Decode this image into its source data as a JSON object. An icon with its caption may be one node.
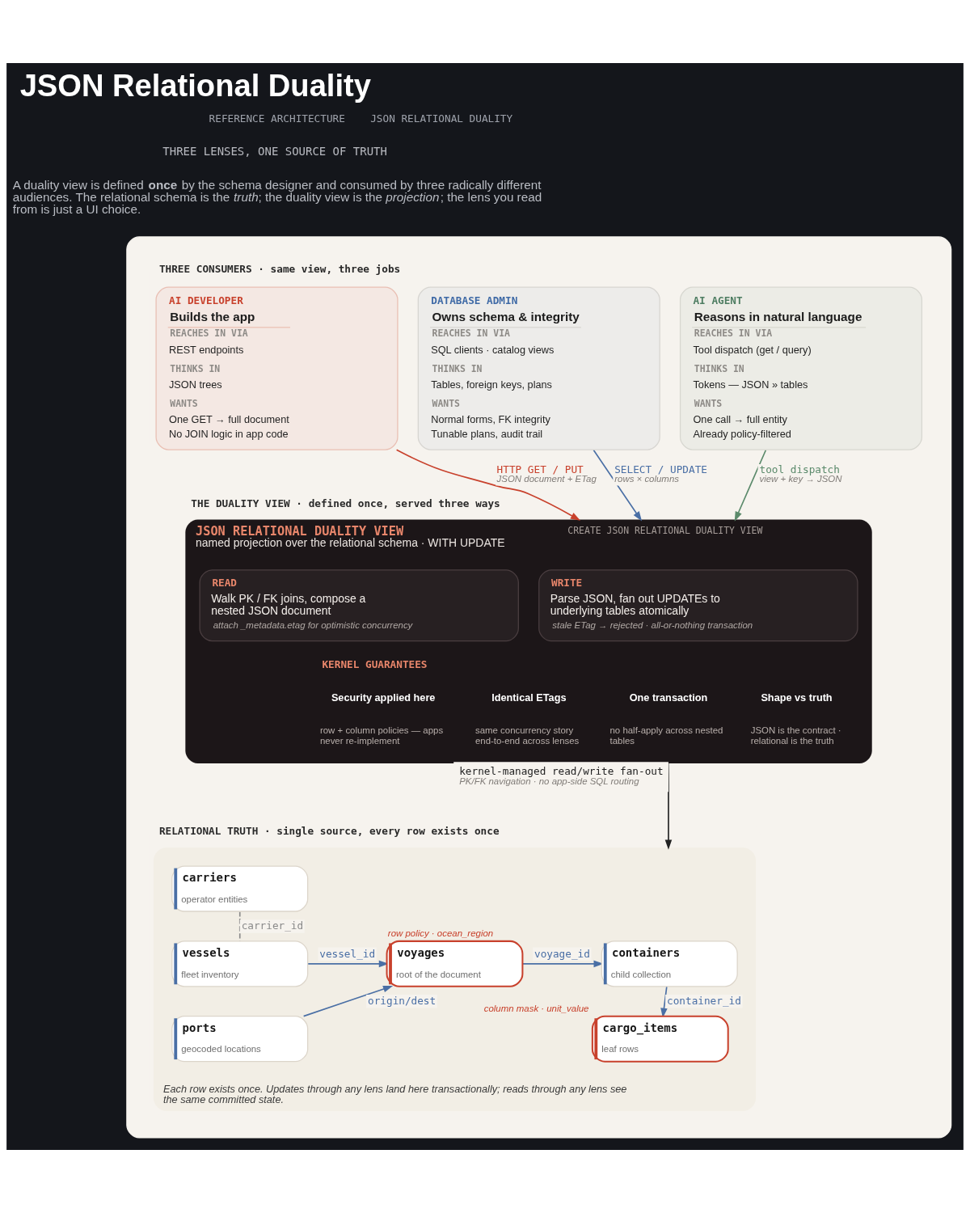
{
  "diagram": {
    "title": "JSON Relational Duality",
    "nodes": [
      {
        "text": [],
        "shape": "box"
      },
      {
        "text": [
          "AI DEVELOPER",
          "Builds the app",
          "REACHES IN VIA",
          "REST endpoints",
          "THINKS IN",
          "JSON trees",
          "WANTS",
          "One GET → full document",
          "No JOIN logic in app code"
        ],
        "in": 0
      },
      {
        "text": [
          "DATABASE ADMIN",
          "Owns schema & integrity",
          "REACHES IN VIA",
          "SQL clients · catalog views",
          "THINKS IN",
          "Tables, foreign keys, plans",
          "WANTS",
          "Normal forms, FK integrity",
          "Tunable plans, audit trail"
        ],
        "in": 0
      },
      {
        "text": [
          "AI AGENT",
          "Reasons in natural language",
          "REACHES IN VIA",
          "Tool dispatch (get / query)",
          "THINKS IN",
          "Tokens — JSON » tables",
          "WANTS",
          "One call → full entity",
          "Already policy-filtered"
        ],
        "in": 0
      },
      {
        "text": [
          "THE DUALITY VIEW · defined once, served three ways",
          "JSON RELATIONAL DUALITY VIEW",
          "named projection over the relational schema · WITH UPDATE",
          "CREATE JSON RELATIONAL DUALITY VIEW"
        ],
        "in": 0
      },
      {
        "text": [
          "READ",
          "Walk PK / FK joins, compose a nested JSON document",
          "attach _metadata.etag for optimistic concurrency"
        ],
        "in": 4
      },
      {
        "text": [
          "WRITE",
          "Parse JSON, fan out UPDATEs to underlying tables atomically",
          "stale ETag → rejected · all-or-nothing transaction"
        ],
        "in": 4
      },
      {
        "text": [
          "RELATIONAL TRUTH · single source, every row exists once",
          "Each row exists once. Updates through any lens land here transactionally; reads through any lens see the same committed state."
        ],
        "in": 0
      },
      {
        "text": [
          "carriers",
          "operator entities"
        ],
        "in": 7
      },
      {
        "text": [
          "vessels",
          "fleet inventory"
        ],
        "in": 7
      },
      {
        "text": [
          "ports",
          "geocoded locations"
        ],
        "in": 7
      },
      {
        "text": [
          "voyages",
          "root of the document"
        ],
        "in": 7,
        "beside": [
          "row policy · ocean_region"
        ]
      },
      {
        "text": [
          "containers",
          "child collection"
        ],
        "in": 7
      },
      {
        "text": [
          "cargo_items",
          "leaf rows"
        ],
        "in": 7,
        "beside": [
          "column mask · unit_value"
        ]
      }
    ],
    "edges": [
      {
        "from": 1,
        "to": 4,
        "arrow": "to",
        "label": "HTTP GET / PUT",
        "color": "#c8412c"
      },
      {
        "from": 2,
        "to": 4,
        "arrow": "to",
        "label": "SELECT / UPDATE"
      },
      {
        "from": 3,
        "to": 4,
        "arrow": "to",
        "label": "tool dispatch",
        "color": "#5b8a6b"
      },
      {
        "from": 4,
        "to": 7,
        "arrow": "to",
        "label": "kernel-managed read/write fan-out",
        "color": "#222222"
      },
      {
        "from": 8,
        "to": 9,
        "arrow": "none",
        "label": "carrier_id",
        "style": "dashed",
        "color": "#8a8a8a"
      },
      {
        "from": 9,
        "to": 11,
        "arrow": "to",
        "label": "vessel_id"
      },
      {
        "from": 10,
        "to": 11,
        "arrow": "to",
        "label": "origin/dest"
      },
      {
        "from": 11,
        "to": 12,
        "arrow": "to",
        "label": "voyage_id"
      },
      {
        "from": 12,
        "to": 13,
        "arrow": "to",
        "label": "container_id"
      }
    ],
    "labels": [
      "REFERENCE ARCHITECTURE",
      "JSON RELATIONAL DUALITY",
      "THREE LENSES, ONE SOURCE OF TRUTH",
      "A duality view is defined **once** by the schema designer and consumed by three radically different audiences. The relational schema is the *truth*; the duality view is the *projection*; the lens you read from is just a UI choice.",
      "THREE CONSUMERS · same view, three jobs",
      "JSON document + ETag",
      "rows × columns",
      "view + key → JSON",
      "KERNEL GUARANTEES",
      "Security applied here",
      "row + column policies — apps never re-implement",
      "Identical ETags",
      "same concurrency story end-to-end across lenses",
      "One transaction",
      "no half-apply across nested tables",
      "Shape vs truth",
      "JSON is the contract · relational is the truth",
      "PK/FK navigation · no app-side SQL routing"
    ]
  }
}
